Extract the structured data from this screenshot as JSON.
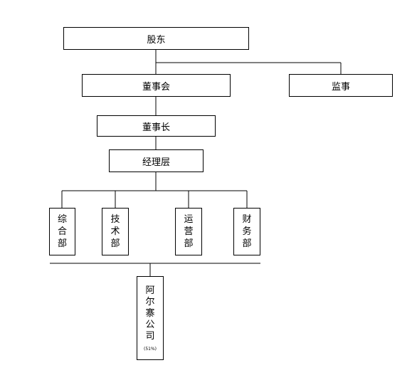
{
  "org_chart": {
    "shareholders": "股东",
    "board": "董事会",
    "supervisors": "监事",
    "chairman": "董事长",
    "management": "经理层",
    "departments": [
      "综合部",
      "技术部",
      "运营部",
      "财务部"
    ],
    "subsidiary": {
      "name": "阿尔寨公司",
      "share": "(51%)"
    }
  },
  "colors": {
    "line": "#000000",
    "box_border": "#000000",
    "background": "#ffffff"
  }
}
